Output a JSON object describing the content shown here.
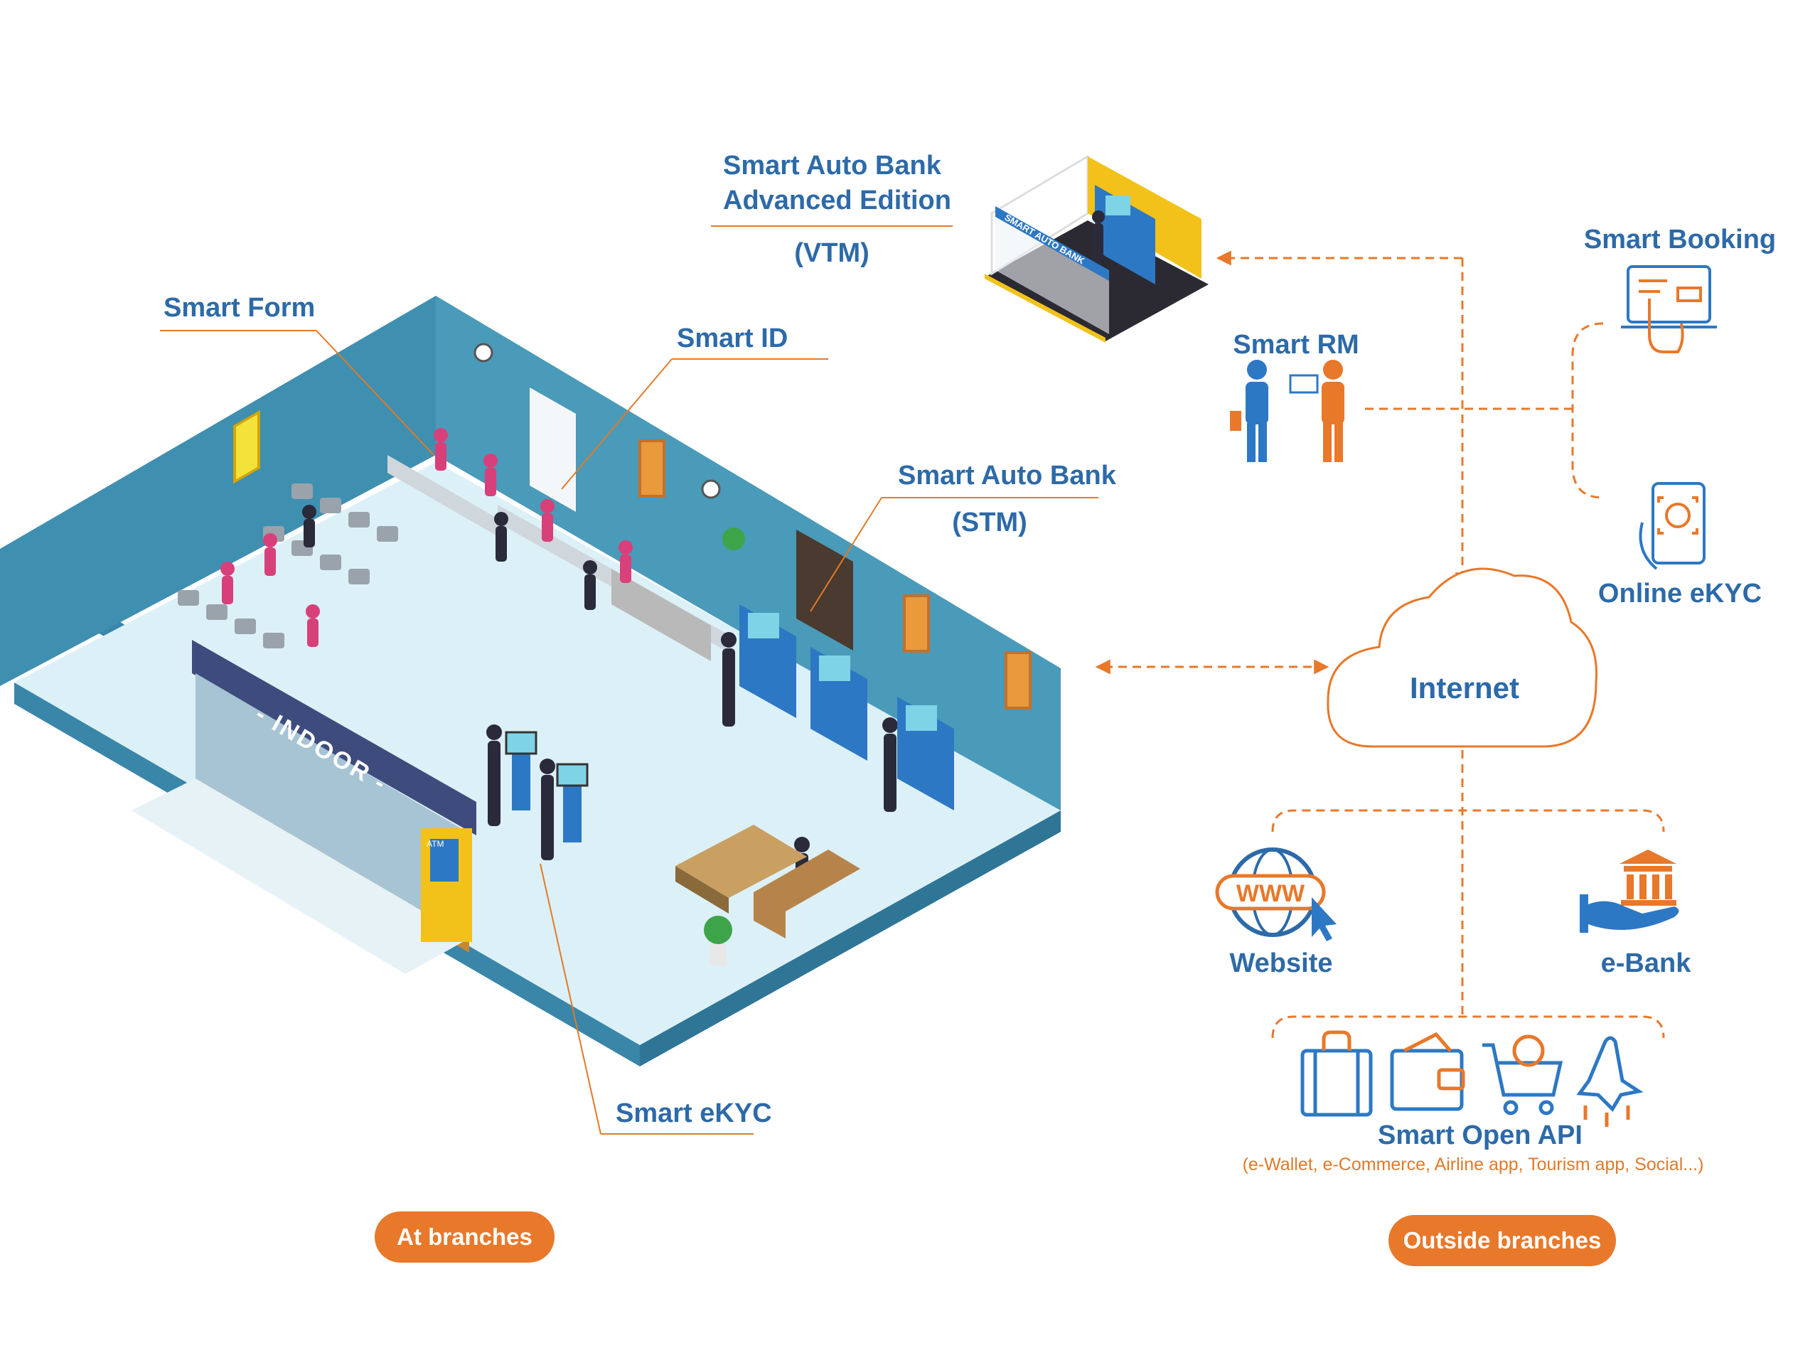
{
  "labels": {
    "vtm_title_line1": "Smart Auto Bank",
    "vtm_title_line2": "Advanced Edition",
    "vtm_sub": "(VTM)",
    "smart_form": "Smart Form",
    "smart_id": "Smart ID",
    "stm_title": "Smart Auto Bank",
    "stm_sub": "(STM)",
    "smart_ekyc": "Smart eKYC",
    "smart_rm": "Smart RM",
    "smart_booking": "Smart Booking",
    "online_ekyc": "Online eKYC",
    "internet": "Internet",
    "website": "Website",
    "ebank": "e-Bank",
    "open_api": "Smart Open API",
    "open_api_sub": "(e-Wallet, e-Commerce, Airline app, Tourism app, Social...)",
    "indoor_sign": "- INDOOR -",
    "atm_sign": "ATM",
    "www_text": "WWW",
    "kiosk_sign": "SMART AUTO BANK"
  },
  "badges": {
    "at_branches": "At branches",
    "outside_branches": "Outside branches"
  },
  "colors": {
    "label_blue": "#2d6aa8",
    "accent_orange": "#e8782a",
    "wall_blue": "#3f8fb0",
    "floor_light": "#dcf0f7",
    "kiosk_yellow": "#f2c21a"
  },
  "icons": [
    "building-icon",
    "person-icon",
    "kiosk-icon",
    "cloud-icon",
    "globe-icon",
    "bank-icon",
    "booking-icon",
    "phone-face-icon",
    "suitcase-icon",
    "wallet-icon",
    "cart-icon",
    "airplane-icon"
  ]
}
